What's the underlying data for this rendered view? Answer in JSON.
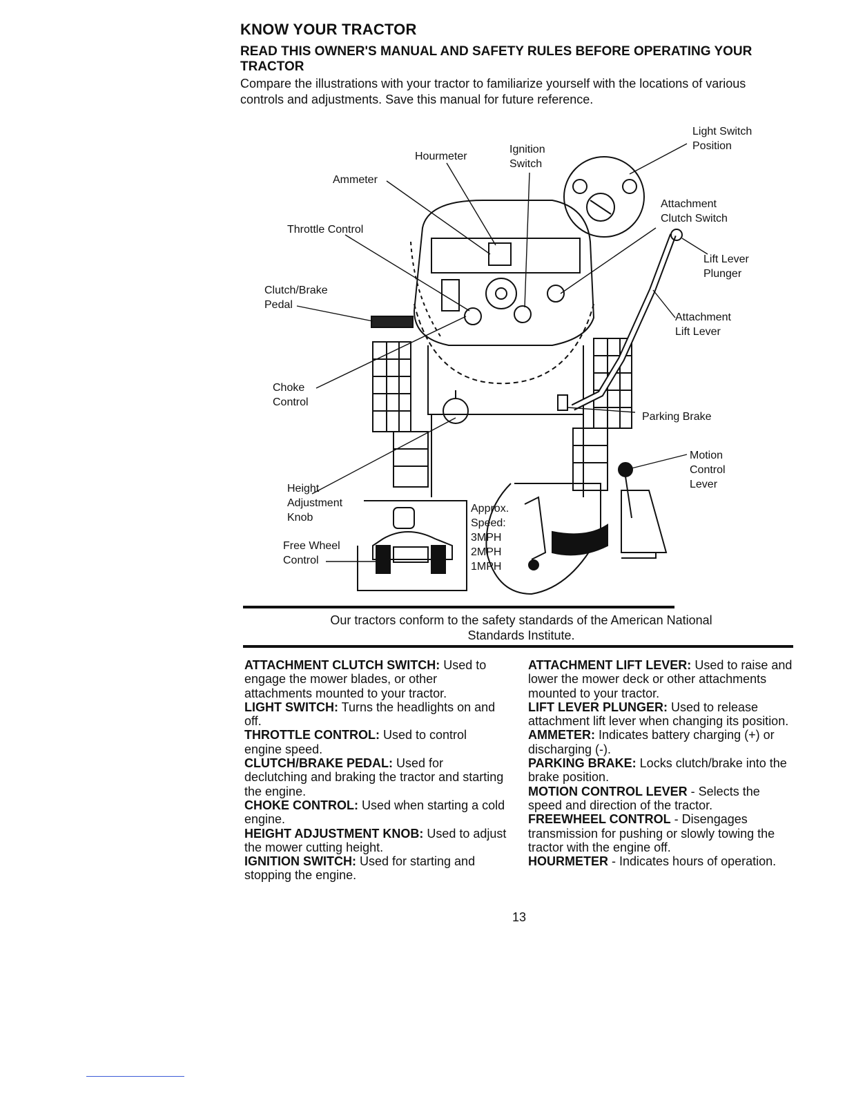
{
  "title": "KNOW YOUR TRACTOR",
  "subtitle": "READ THIS OWNER'S MANUAL AND SAFETY RULES BEFORE OPERATING YOUR TRACTOR",
  "intro": "Compare the illustrations with your tractor to familiarize yourself with the locations of various controls and adjustments. Save this manual for future reference.",
  "diagram": {
    "labels": {
      "light_switch_1": "Light Switch",
      "light_switch_2": "Position",
      "ignition_1": "Ignition",
      "ignition_2": "Switch",
      "hourmeter": "Hourmeter",
      "ammeter": "Ammeter",
      "throttle": "Throttle Control",
      "attach_clutch_1": "Attachment",
      "attach_clutch_2": "Clutch Switch",
      "lift_plunger_1": "Lift Lever",
      "lift_plunger_2": "Plunger",
      "clutch_brake_1": "Clutch/Brake",
      "clutch_brake_2": "Pedal",
      "attach_lift_1": "Attachment",
      "attach_lift_2": "Lift Lever",
      "choke_1": "Choke",
      "choke_2": "Control",
      "parking_brake": "Parking Brake",
      "motion_1": "Motion",
      "motion_2": "Control",
      "motion_3": "Lever",
      "height_1": "Height",
      "height_2": "Adjustment",
      "height_3": "Knob",
      "freewheel_1": "Free Wheel",
      "freewheel_2": "Control",
      "speed_1": "Approx.",
      "speed_2": "Speed:",
      "speed_3": "3MPH",
      "speed_4": "2MPH",
      "speed_5": "1MPH"
    }
  },
  "caption": "Our tractors conform to the safety standards of the American National Standards Institute.",
  "left_column": [
    {
      "term": "ATTACHMENT CLUTCH SWITCH:",
      "desc": " Used to engage the mower blades, or other attachments mounted to your tractor."
    },
    {
      "term": "LIGHT SWITCH:",
      "desc": " Turns the headlights on and off."
    },
    {
      "term": "THROTTLE CONTROL:",
      "desc": " Used to control engine speed."
    },
    {
      "term": "CLUTCH/BRAKE PEDAL:",
      "desc": " Used for declutching and braking the tractor and starting the engine."
    },
    {
      "term": "CHOKE CONTROL:",
      "desc": " Used when starting a cold engine."
    },
    {
      "term": "HEIGHT ADJUSTMENT KNOB:",
      "desc": " Used to adjust the mower cutting height."
    },
    {
      "term": "IGNITION SWITCH:",
      "desc": " Used for starting and stopping the engine."
    }
  ],
  "right_column": [
    {
      "term": "ATTACHMENT LIFT LEVER:",
      "desc": " Used to raise and lower the mower deck or other attachments mounted to your tractor."
    },
    {
      "term": "LIFT LEVER PLUNGER:",
      "desc": " Used to release attachment lift lever when changing its position."
    },
    {
      "term": "AMMETER:",
      "desc": " Indicates battery charging (+) or discharging (-)."
    },
    {
      "term": "PARKING BRAKE:",
      "desc": " Locks clutch/brake into the brake position."
    },
    {
      "term": "MOTION CONTROL LEVER",
      "desc": " - Selects the speed and direction of the tractor."
    },
    {
      "term": "FREEWHEEL CONTROL",
      "desc": " - Disengages transmission for pushing or slowly towing the tractor with the engine off."
    },
    {
      "term": "HOURMETER",
      "desc": " - Indicates hours of operation."
    }
  ],
  "page_number": "13"
}
